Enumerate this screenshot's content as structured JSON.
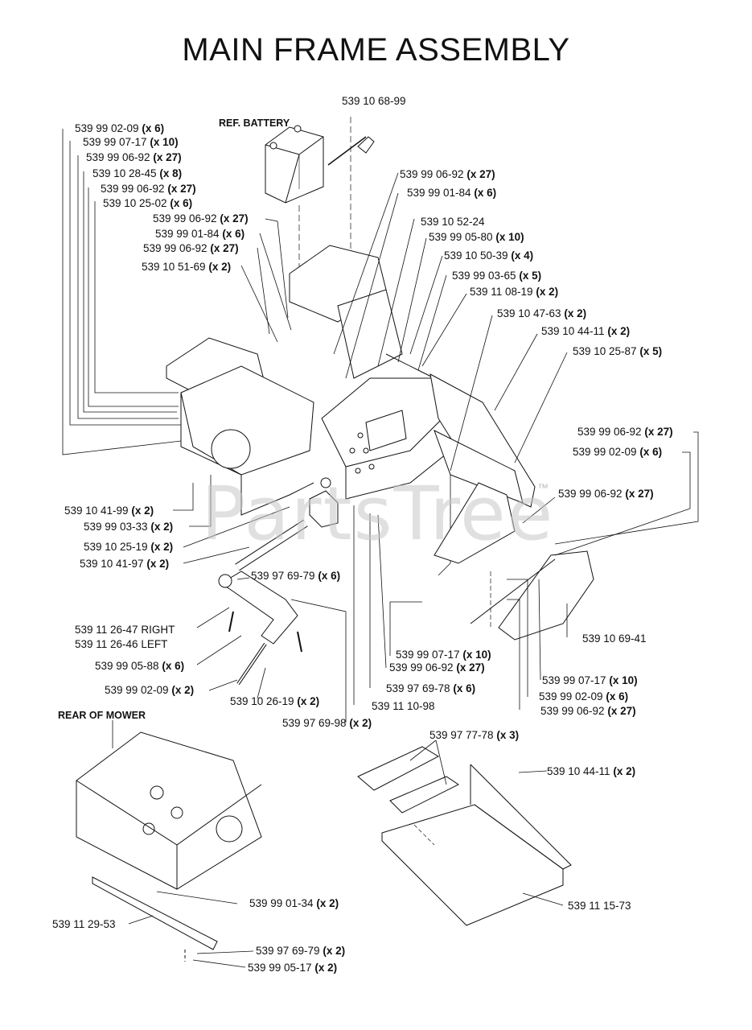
{
  "title": "MAIN FRAME ASSEMBLY",
  "watermark": "PartsTree",
  "watermark_tm": "™",
  "headers": {
    "ref_battery": "REF. BATTERY",
    "rear_of_mower": "REAR OF MOWER"
  },
  "callouts": [
    {
      "part": "539 10 68-99",
      "qty": ""
    },
    {
      "part": "539 99 02-09",
      "qty": "(x 6)"
    },
    {
      "part": "539 99 07-17",
      "qty": "(x 10)"
    },
    {
      "part": "539 99 06-92",
      "qty": "(x 27)"
    },
    {
      "part": "539 10 28-45",
      "qty": "(x 8)"
    },
    {
      "part": "539 99 06-92",
      "qty": "(x 27)"
    },
    {
      "part": "539 10 25-02",
      "qty": "(x 6)"
    },
    {
      "part": "539 99 06-92",
      "qty": "(x 27)"
    },
    {
      "part": "539 99 01-84",
      "qty": "(x 6)"
    },
    {
      "part": "539 99 06-92",
      "qty": "(x 27)"
    },
    {
      "part": "539 10 51-69",
      "qty": "(x 2)"
    },
    {
      "part": "539 99 06-92",
      "qty": "(x 27)"
    },
    {
      "part": "539 99 01-84",
      "qty": "(x 6)"
    },
    {
      "part": "539 10 52-24",
      "qty": ""
    },
    {
      "part": "539 99 05-80",
      "qty": "(x 10)"
    },
    {
      "part": "539 10 50-39",
      "qty": " (x 4)"
    },
    {
      "part": "539 99 03-65",
      "qty": "(x 5)"
    },
    {
      "part": "539 11 08-19",
      "qty": "(x 2)"
    },
    {
      "part": "539 10 47-63",
      "qty": "(x 2)"
    },
    {
      "part": "539 10 44-11",
      "qty": "(x 2)"
    },
    {
      "part": "539 10 25-87",
      "qty": "(x 5)"
    },
    {
      "part": "539 99 06-92",
      "qty": "(x 27)"
    },
    {
      "part": "539 99 02-09",
      "qty": "(x 6)"
    },
    {
      "part": "539 99 06-92",
      "qty": "(x 27)"
    },
    {
      "part": "539 10 41-99",
      "qty": "(x 2)"
    },
    {
      "part": "539 99 03-33",
      "qty": "(x 2)"
    },
    {
      "part": "539 10 25-19",
      "qty": "(x 2)"
    },
    {
      "part": "539 10 41-97",
      "qty": "(x 2)"
    },
    {
      "part": "539 97 69-79",
      "qty": "(x 6)"
    },
    {
      "part": "539 11 26-47 RIGHT",
      "qty": ""
    },
    {
      "part": "539 11 26-46 LEFT",
      "qty": ""
    },
    {
      "part": "539 99 05-88",
      "qty": "(x 6)"
    },
    {
      "part": "539 99 02-09",
      "qty": "(x 2)"
    },
    {
      "part": "539 10 26-19",
      "qty": "(x 2)"
    },
    {
      "part": "539 97 69-98",
      "qty": "(x 2)"
    },
    {
      "part": "539 11 10-98",
      "qty": ""
    },
    {
      "part": "539 97 69-78",
      "qty": "(x 6)"
    },
    {
      "part": "539 99 06-92",
      "qty": "(x 27)"
    },
    {
      "part": "539 99 07-17",
      "qty": "(x 10)"
    },
    {
      "part": "539 10 69-41",
      "qty": ""
    },
    {
      "part": "539 99 07-17",
      "qty": "(x 10)"
    },
    {
      "part": "539 99 02-09",
      "qty": "(x 6)"
    },
    {
      "part": "539 99 06-92",
      "qty": "(x 27)"
    },
    {
      "part": "539 97 77-78",
      "qty": "(x 3)"
    },
    {
      "part": "539 10 44-11",
      "qty": "(x 2)"
    },
    {
      "part": "539 11 15-73",
      "qty": ""
    },
    {
      "part": "539 99 01-34",
      "qty": "(x 2)"
    },
    {
      "part": "539 11 29-53",
      "qty": ""
    },
    {
      "part": "539 97 69-79",
      "qty": "(x 2)"
    },
    {
      "part": "539 99 05-17",
      "qty": "(x 2)"
    }
  ]
}
